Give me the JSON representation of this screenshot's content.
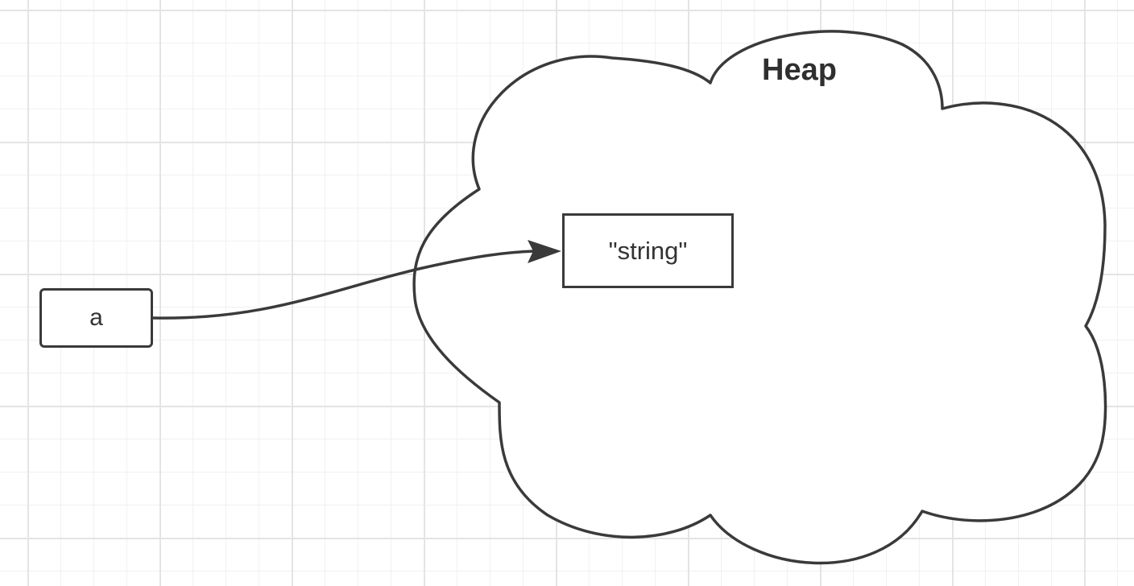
{
  "diagram": {
    "heap_label": "Heap",
    "variable_label": "a",
    "value_label": "\"string\""
  },
  "colors": {
    "stroke": "#3a3a3a",
    "text": "#333333",
    "grid_major": "#e4e4e4",
    "grid_minor": "#f1f1f1",
    "background": "#ffffff"
  }
}
